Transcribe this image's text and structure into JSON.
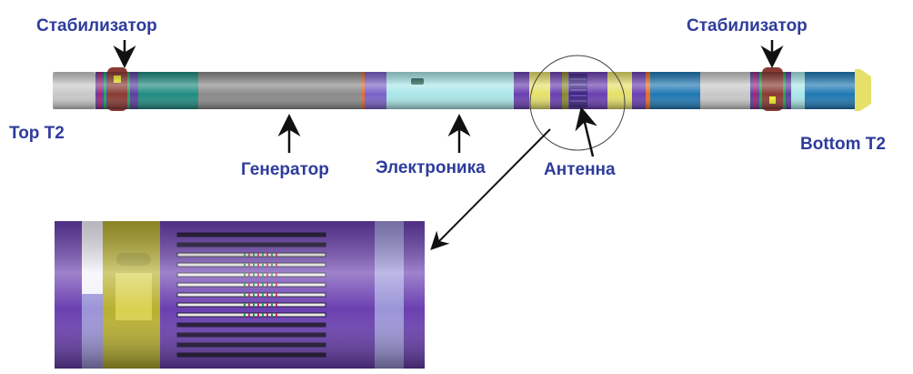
{
  "labels": {
    "stabilizer_left": "Стабилизатор",
    "stabilizer_right": "Стабилизатор",
    "top": "Top T2",
    "bottom": "Bottom T2",
    "generator": "Генератор",
    "electronics": "Электроника",
    "antenna": "Антенна"
  },
  "colors": {
    "label": "#2e3c9c",
    "purple": "#6a3fb0",
    "lavender": "#9a94d8",
    "yellow": "#e6e06a",
    "teal": "#1f8c80",
    "gray": "#8a8a8a",
    "cyan": "#a9e6e8",
    "blue": "#1f78b4",
    "maroon": "#8a3a34",
    "orange": "#e46a2a"
  }
}
